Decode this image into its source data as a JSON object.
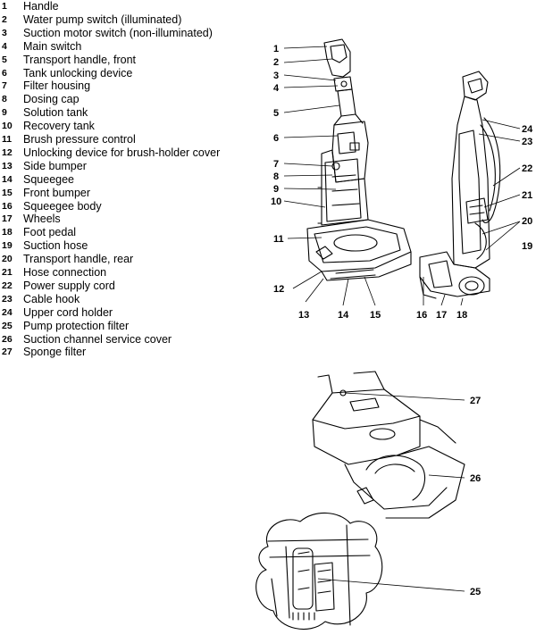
{
  "parts": [
    {
      "num": "1",
      "label": "Handle"
    },
    {
      "num": "2",
      "label": "Water pump switch (illuminated)"
    },
    {
      "num": "3",
      "label": "Suction motor switch (non-illuminated)"
    },
    {
      "num": "4",
      "label": "Main switch"
    },
    {
      "num": "5",
      "label": "Transport handle, front"
    },
    {
      "num": "6",
      "label": "Tank unlocking device"
    },
    {
      "num": "7",
      "label": "Filter housing"
    },
    {
      "num": "8",
      "label": "Dosing cap"
    },
    {
      "num": "9",
      "label": "Solution tank"
    },
    {
      "num": "10",
      "label": "Recovery tank"
    },
    {
      "num": "11",
      "label": "Brush pressure control"
    },
    {
      "num": "12",
      "label": "Unlocking device for brush-holder cover"
    },
    {
      "num": "13",
      "label": "Side bumper"
    },
    {
      "num": "14",
      "label": "Squeegee"
    },
    {
      "num": "15",
      "label": "Front bumper"
    },
    {
      "num": "16",
      "label": "Squeegee body"
    },
    {
      "num": "17",
      "label": "Wheels"
    },
    {
      "num": "18",
      "label": "Foot pedal"
    },
    {
      "num": "19",
      "label": "Suction hose"
    },
    {
      "num": "20",
      "label": "Transport handle, rear"
    },
    {
      "num": "21",
      "label": "Hose connection"
    },
    {
      "num": "22",
      "label": "Power supply cord"
    },
    {
      "num": "23",
      "label": "Cable hook"
    },
    {
      "num": "24",
      "label": "Upper cord holder"
    },
    {
      "num": "25",
      "label": "Pump protection filter"
    },
    {
      "num": "26",
      "label": "Suction channel service cover"
    },
    {
      "num": "27",
      "label": "Sponge filter"
    }
  ],
  "callouts": {
    "c1": "1",
    "c2": "2",
    "c3": "3",
    "c4": "4",
    "c5": "5",
    "c6": "6",
    "c7": "7",
    "c8": "8",
    "c9": "9",
    "c10": "10",
    "c11": "11",
    "c12": "12",
    "c13": "13",
    "c14": "14",
    "c15": "15",
    "c16": "16",
    "c17": "17",
    "c18": "18",
    "c19": "19",
    "c20": "20",
    "c21": "21",
    "c22": "22",
    "c23": "23",
    "c24": "24",
    "c25": "25",
    "c26": "26",
    "c27": "27"
  }
}
